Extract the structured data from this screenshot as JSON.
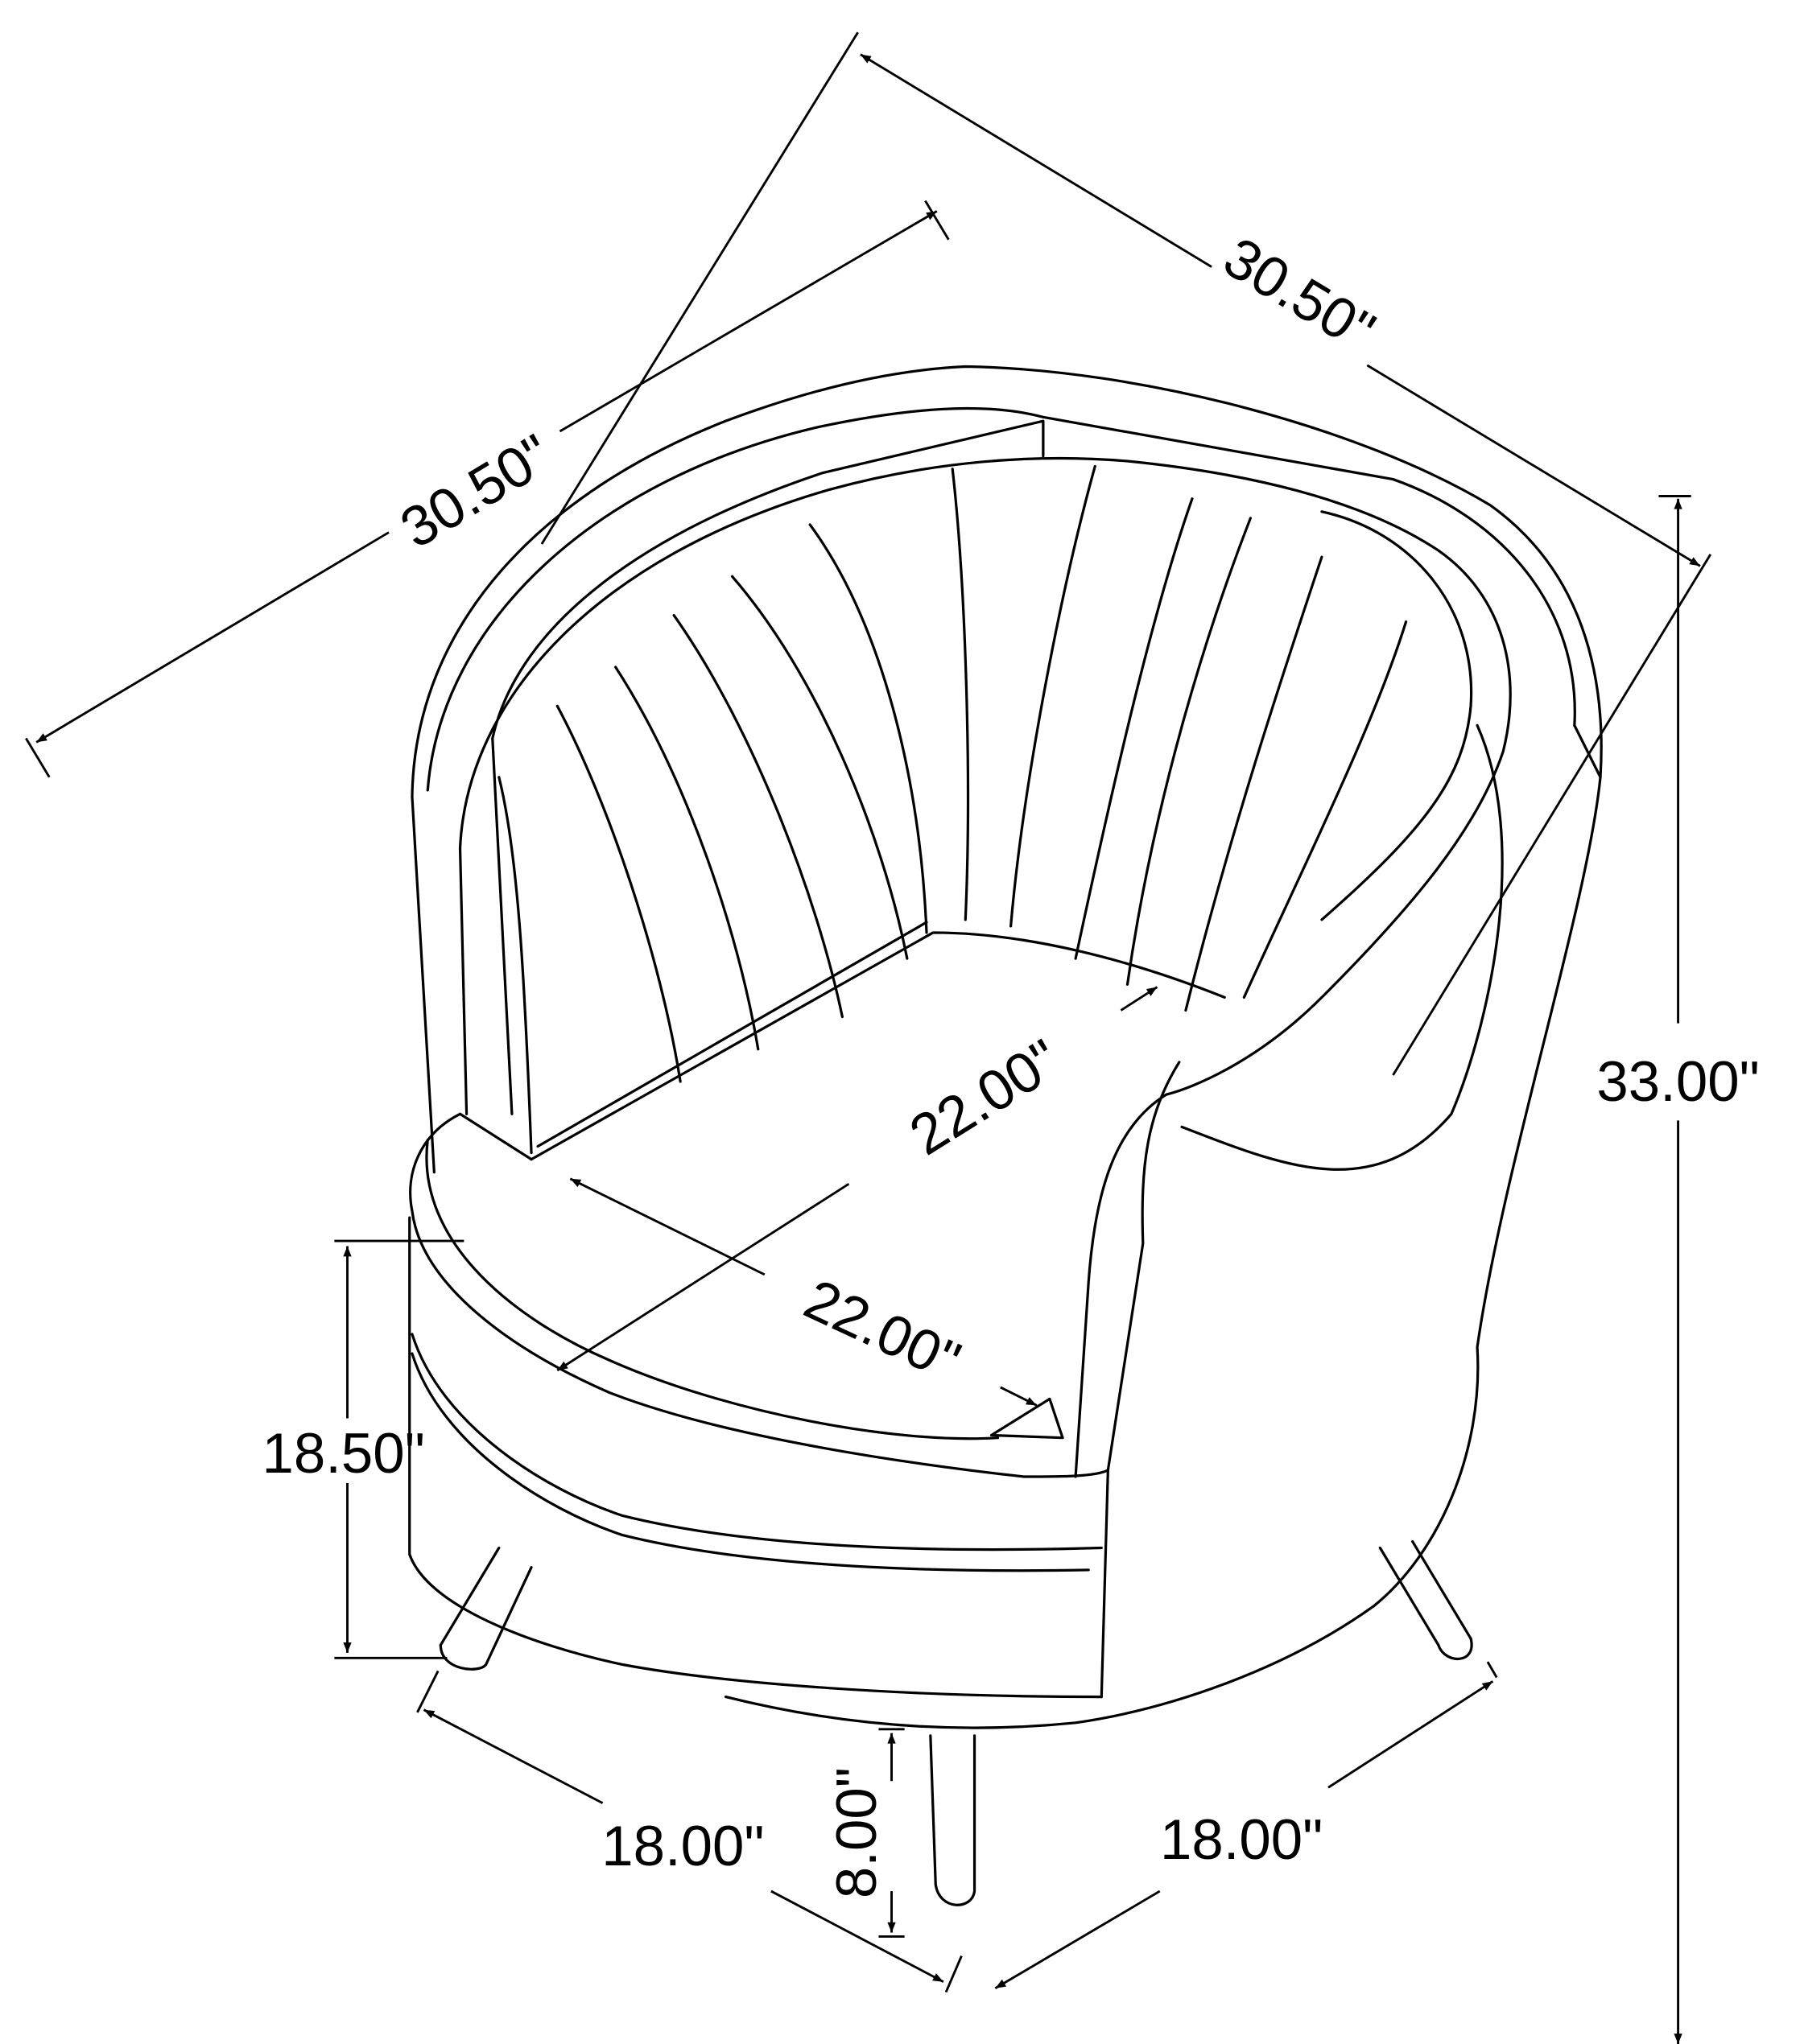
{
  "dimensions": {
    "width_top": "30.50\"",
    "depth_left": "30.50\"",
    "height_total": "33.00\"",
    "seat_width": "22.00\"",
    "seat_depth": "22.00\"",
    "seat_height": "18.50\"",
    "leg_height": "8.00\"",
    "leg_span_left": "18.00\"",
    "leg_span_right": "18.00\""
  },
  "colors": {
    "line": "#000000",
    "background": "#ffffff"
  }
}
